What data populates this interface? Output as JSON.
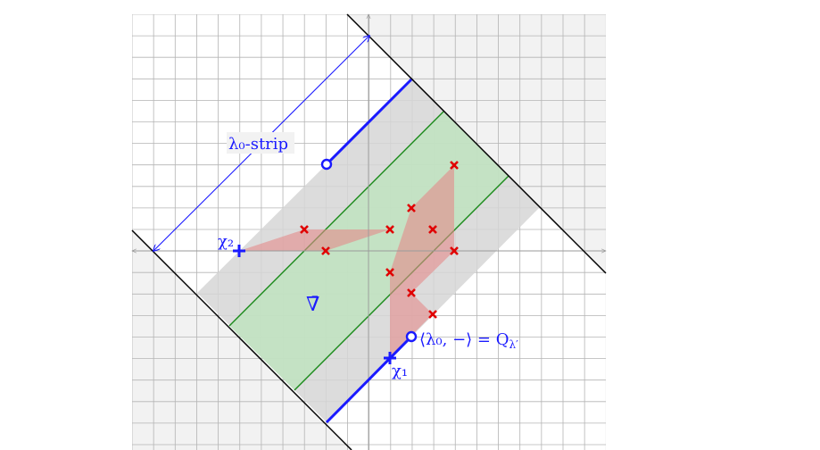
{
  "labels": {
    "strip": "λ₀-strip",
    "chi2": "χ₂",
    "chi1": "χ₁",
    "nabla": "∇̄",
    "pairing": "⟨λ₀, −⟩ = Q",
    "pairing_sub": "λ′"
  },
  "colors": {
    "blue": "#1a1aff",
    "red": "#e00000",
    "green": "#1a8a1a",
    "grid": "#b4b4b4",
    "outside_fill": "#f2f2f2",
    "strip_fill": "#d9d9d9",
    "band_fill": "#bfe3bf",
    "poly_fill": "#e9a0a0"
  },
  "icons": {
    "red_mark": "cross-marker-icon",
    "blue_mark": "plus-marker-icon",
    "endpoint": "open-circle-icon",
    "arrow": "double-arrow-icon"
  }
}
